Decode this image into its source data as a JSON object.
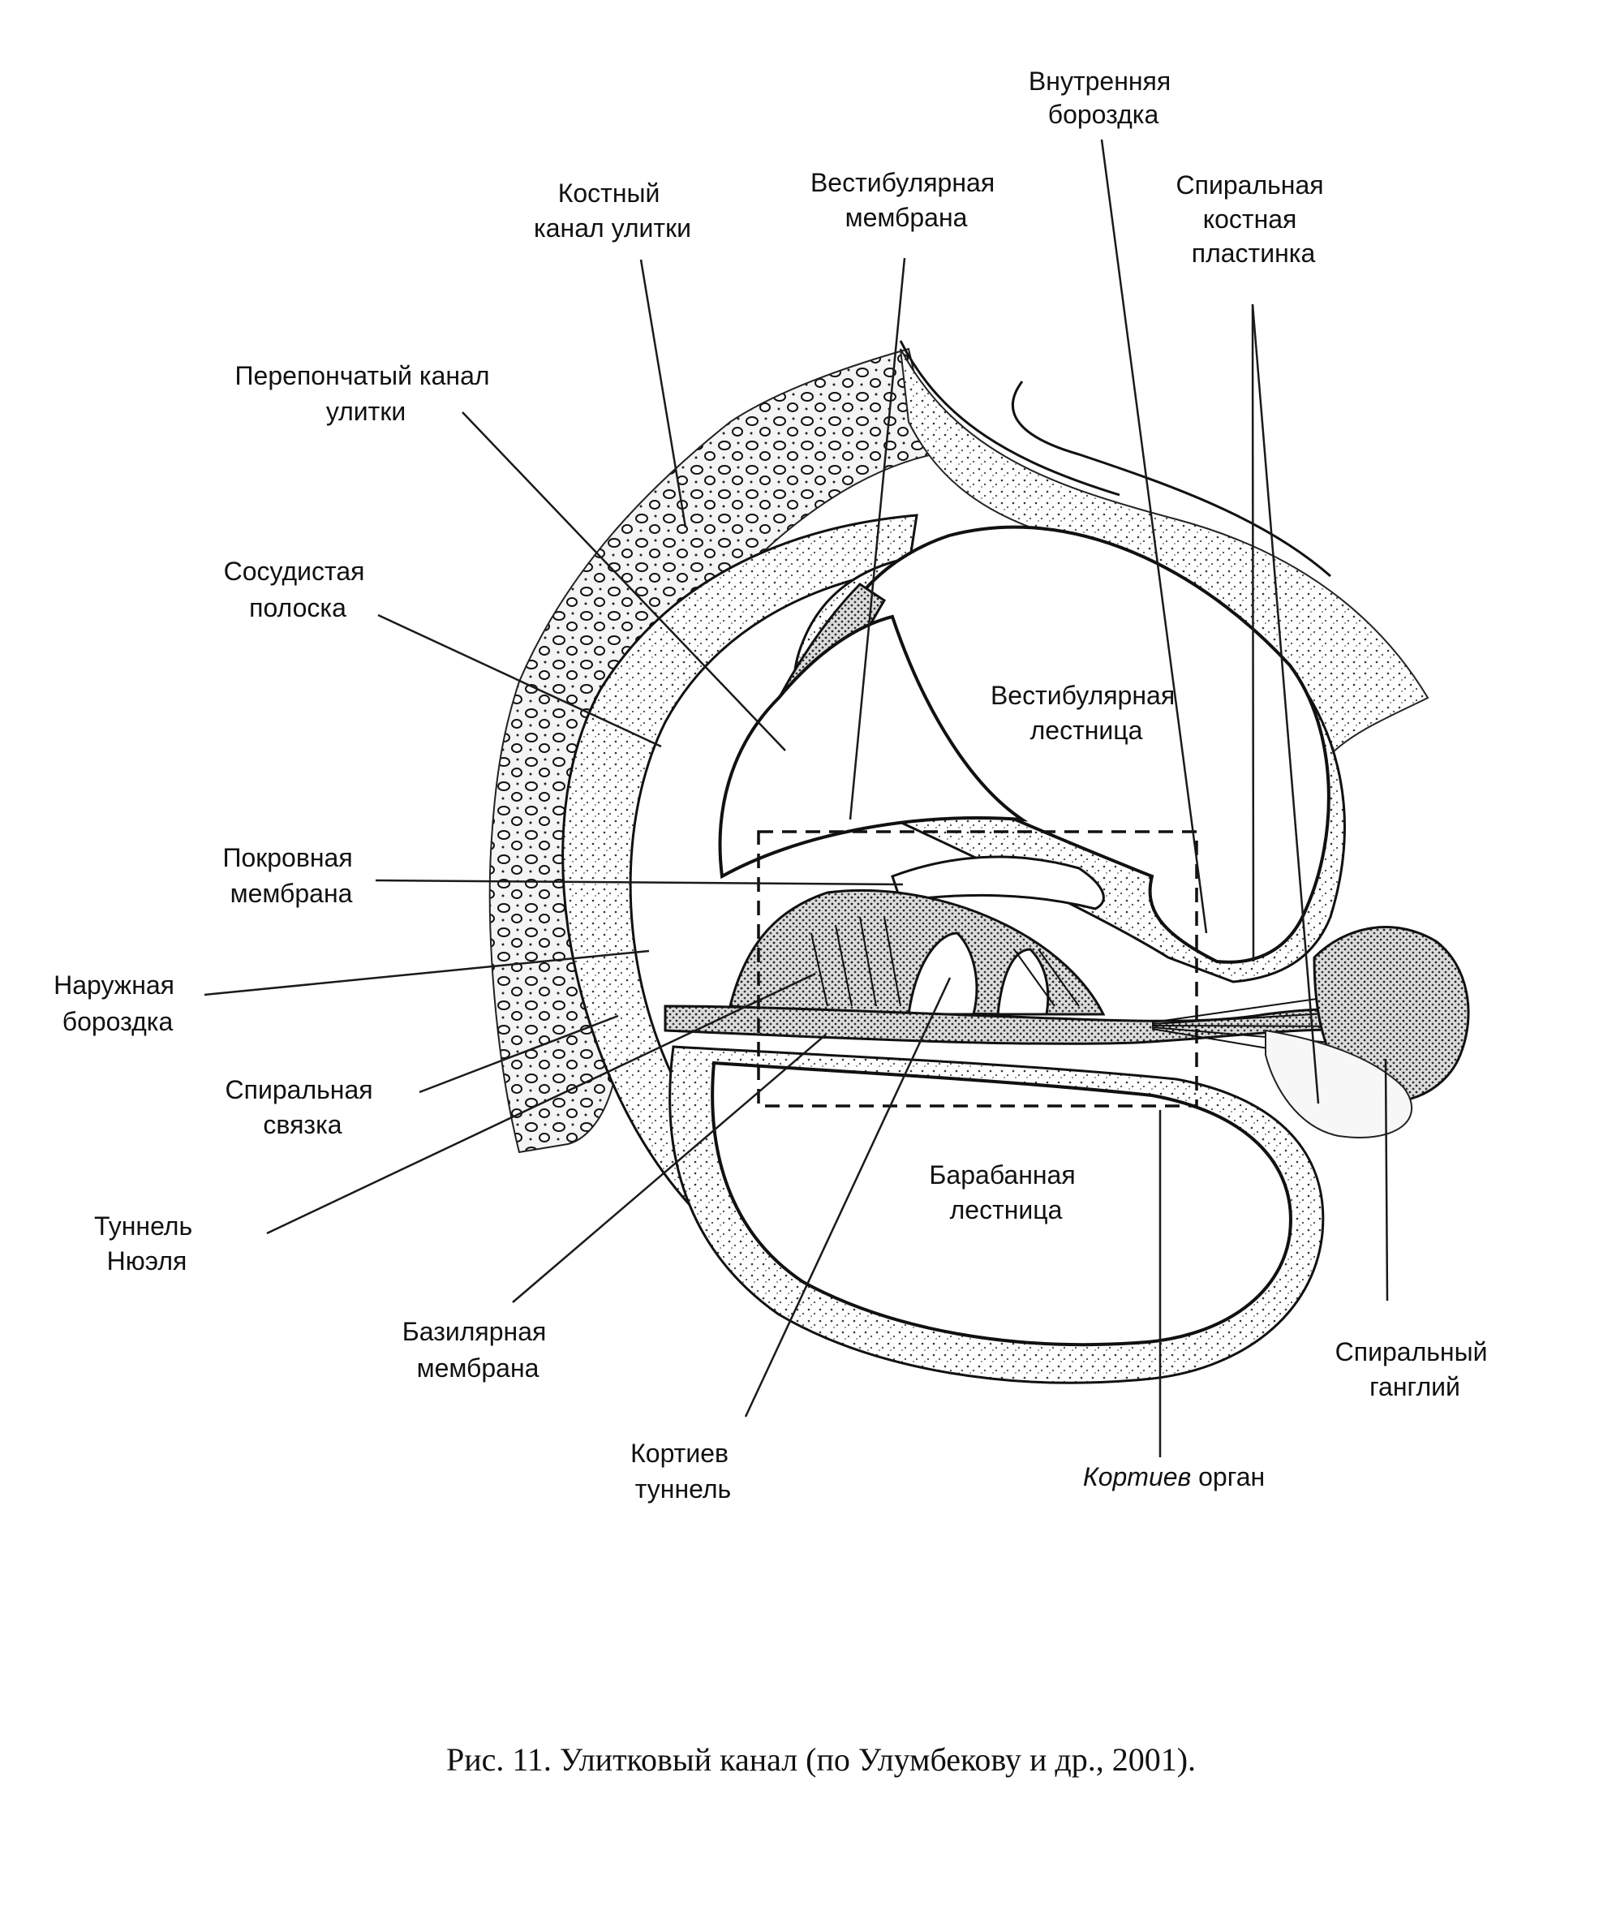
{
  "labels": {
    "inner_sulcus": [
      "Внутренняя",
      "бороздка"
    ],
    "bony_canal": [
      "Костный",
      "канал улитки"
    ],
    "vestibular_membrane": [
      "Вестибулярная",
      "мембрана"
    ],
    "spiral_lamina": [
      "Спиральная",
      "костная",
      "пластинка"
    ],
    "membranous_canal": [
      "Перепончатый канал",
      "улитки"
    ],
    "stria_vascularis": [
      "Сосудистая",
      "полоска"
    ],
    "scala_vestibuli": [
      "Вестибулярная",
      "лестница"
    ],
    "tectorial_membrane": [
      "Покровная",
      "мембрана"
    ],
    "outer_sulcus": [
      "Наружная",
      "бороздка"
    ],
    "spiral_ligament": [
      "Спиральная",
      "связка"
    ],
    "nuel_tunnel": [
      "Туннель",
      "Нюэля"
    ],
    "scala_tympani": [
      "Барабанная",
      "лестница"
    ],
    "basilar_membrane": [
      "Базилярная",
      "мембрана"
    ],
    "spiral_ganglion": [
      "Спиральный",
      "ганглий"
    ],
    "corti_tunnel": [
      "Кортиев",
      "туннель"
    ],
    "organ_of_corti": {
      "italic": "Кортиев",
      "rest": " орган"
    }
  },
  "caption": "Рис. 11.  Улитковый канал (по Улумбекову и др., 2001)."
}
